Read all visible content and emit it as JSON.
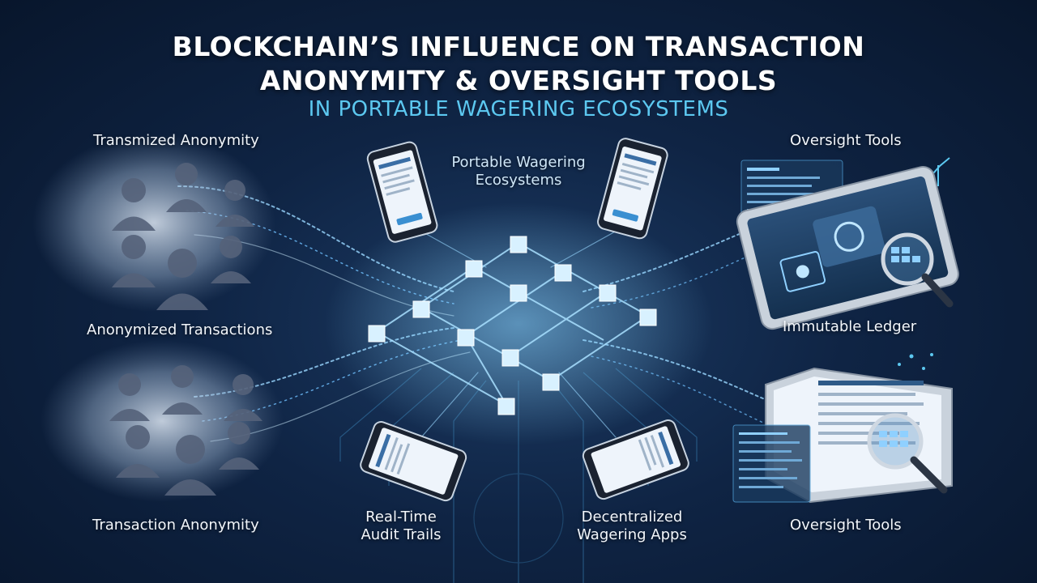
{
  "title_line1": "BLOCKCHAIN’S INFLUENCE ON TRANSACTION",
  "title_line2": "ANONYMITY & OVERSIGHT TOOLS",
  "subtitle": "IN PORTABLE WAGERING ECOSYSTEMS",
  "labels": {
    "transmized_anonymity": "Transmized Anonymity",
    "anonymized_transactions": "Anonymized Transactions",
    "transaction_anonymity": "Transaction Anonymity",
    "portable_wagering_1": "Portable Wagering",
    "portable_wagering_2": "Ecosystems",
    "oversight_tools_top": "Oversight Tools",
    "immutable_ledger": "Immutable Ledger",
    "oversight_tools_bottom": "Oversight Tools",
    "audit_trails_1": "Real-Time",
    "audit_trails_2": "Audit Trails",
    "decentralized_1": "Decentralized",
    "decentralized_2": "Wagering Apps"
  },
  "colors": {
    "background": "#0f2444",
    "accent": "#5cc8f0",
    "node": "#bfe6ff",
    "silhouette": "#55627a"
  },
  "icons": [
    "person-silhouette-icon",
    "smartphone-icon",
    "tablet-icon",
    "magnifier-icon",
    "bar-chart-icon",
    "blockchain-cube-icon"
  ]
}
